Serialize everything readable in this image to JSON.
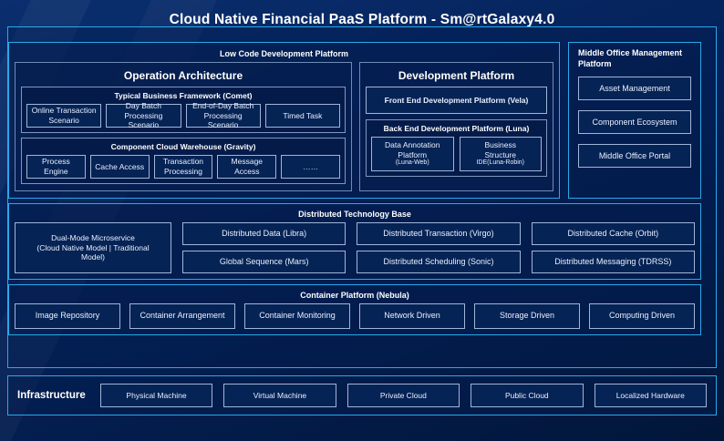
{
  "header": {
    "title": "Cloud Native Financial PaaS Platform - Sm@rtGalaxy4.0"
  },
  "colors": {
    "accent": "#2ba8e8",
    "background": "#042159",
    "box_border": "#9fb6d9",
    "text": "#e8f1ff"
  },
  "low_code": {
    "title": "Low Code Development Platform",
    "operation_architecture": {
      "title": "Operation Architecture",
      "groups": [
        {
          "title": "Typical Business Framework (Comet)",
          "items": [
            "Online Transaction Scenario",
            "Day Batch Processing Scenario",
            "End-of-Day Batch Processing Scenario",
            "Timed Task"
          ]
        },
        {
          "title": "Component Cloud Warehouse (Gravity)",
          "items": [
            "Process Engine",
            "Cache Access",
            "Transaction Processing",
            "Message Access",
            "……"
          ]
        }
      ]
    },
    "development_platform": {
      "title": "Development Platform",
      "front_end": "Front End Development Platform (Vela)",
      "back_end": {
        "title": "Back End Development Platform (Luna)",
        "items": [
          {
            "line1": "Data Annotation",
            "line2": "Platform",
            "line3": "(Luna-Web)"
          },
          {
            "line1": "Business",
            "line2": "Structure",
            "line3": "IDE(Luna-Robin)"
          }
        ]
      }
    }
  },
  "middle_office": {
    "title": "Middle Office Management Platform",
    "items": [
      "Asset Management",
      "Component Ecosystem",
      "Middle Office Portal"
    ]
  },
  "distributed_technology_base": {
    "title": "Distributed Technology Base",
    "highlight": {
      "line1": "Dual-Mode Microservice",
      "line2": "(Cloud Native Model | Traditional",
      "line3": "Model)"
    },
    "columns": [
      {
        "top": "Distributed Data (Libra)",
        "bottom": "Global Sequence (Mars)"
      },
      {
        "top": "Distributed Transaction (Virgo)",
        "bottom": "Distributed Scheduling (Sonic)"
      },
      {
        "top": "Distributed Cache (Orbit)",
        "bottom": "Distributed Messaging (TDRSS)"
      }
    ]
  },
  "container_platform": {
    "title": "Container Platform (Nebula)",
    "items": [
      "Image Repository",
      "Container Arrangement",
      "Container Monitoring",
      "Network Driven",
      "Storage Driven",
      "Computing Driven"
    ]
  },
  "infrastructure": {
    "label": "Infrastructure",
    "items": [
      "Physical Machine",
      "Virtual Machine",
      "Private Cloud",
      "Public Cloud",
      "Localized Hardware"
    ]
  }
}
